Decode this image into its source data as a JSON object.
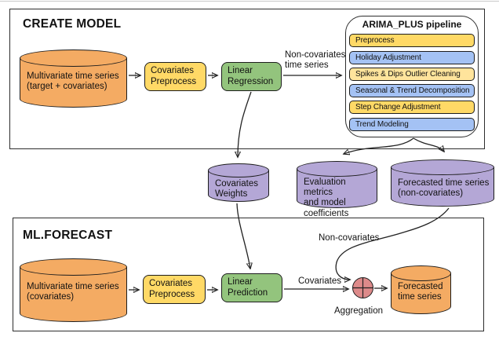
{
  "palette": {
    "orange": "#F4AB63",
    "yellow": "#FFD966",
    "yellow_light": "#FFE49C",
    "green": "#93C47D",
    "purple": "#B4A7D6",
    "blue": "#A4C2F4",
    "red": "#DD8A8A",
    "border": "#1d1d1d"
  },
  "create_model": {
    "title": "CREATE MODEL",
    "input_store": [
      "Multivariate time series",
      "(target + covariates)"
    ],
    "covariates_preprocess": [
      "Covariates",
      "Preprocess"
    ],
    "linear_regression": [
      "Linear",
      "Regression"
    ],
    "non_covariates_arrow_label": [
      "Non-covariates",
      "time series"
    ]
  },
  "pipeline": {
    "title": "ARIMA_PLUS pipeline",
    "steps": [
      {
        "label": "Preprocess",
        "color": "yellow"
      },
      {
        "label": "Holiday Adjustment",
        "color": "blue"
      },
      {
        "label": "Spikes & Dips Outlier Cleaning",
        "color": "yellow_light"
      },
      {
        "label": "Seasonal & Trend Decomposition",
        "color": "blue"
      },
      {
        "label": "Step Change Adjustment",
        "color": "yellow"
      },
      {
        "label": "Trend Modeling",
        "color": "blue"
      }
    ]
  },
  "artifacts": {
    "covariates_weights": [
      "Covariates",
      "Weights"
    ],
    "evaluation_metrics": [
      "Evaluation metrics",
      "and model",
      "coefficients"
    ],
    "forecast_non_covariates": [
      "Forecasted time series",
      "(non-covariates)"
    ]
  },
  "ml_forecast": {
    "title": "ML.FORECAST",
    "input_store": [
      "Multivariate time series",
      "(covariates)"
    ],
    "covariates_preprocess": [
      "Covariates",
      "Preprocess"
    ],
    "linear_prediction": [
      "Linear",
      "Prediction"
    ],
    "covariates_arrow_label": "Covariates",
    "non_covariates_arrow_label": "Non-covariates",
    "aggregation_label": "Aggregation",
    "output_store": [
      "Forecasted",
      "time series"
    ]
  }
}
